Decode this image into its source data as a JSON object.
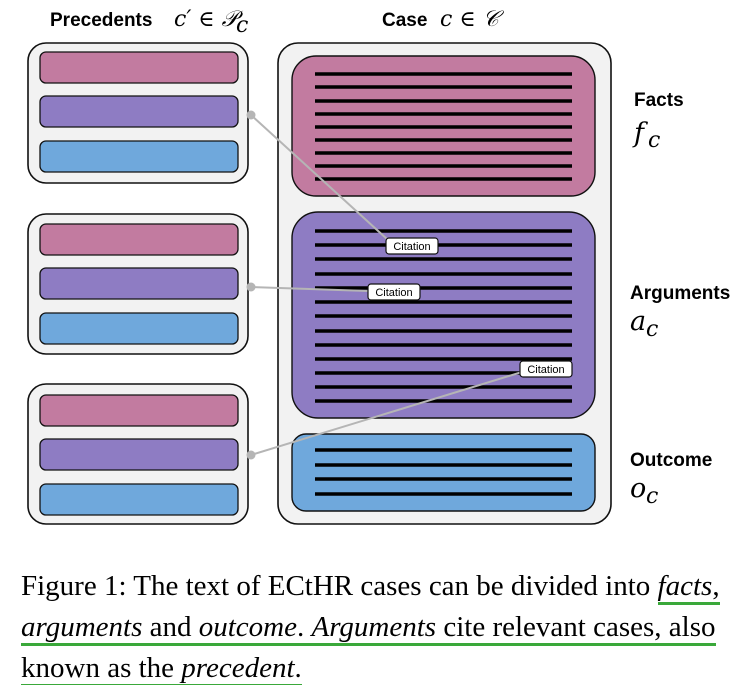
{
  "headers": {
    "precedents_label": "Precedents",
    "precedents_math": "c′ ∈ 𝒫",
    "precedents_sub": "c",
    "case_label": "Case",
    "case_math": "c ∈ 𝒞"
  },
  "sections": [
    {
      "label": "Facts",
      "symbol": "f",
      "sub": "c"
    },
    {
      "label": "Arguments",
      "symbol": "a",
      "sub": "c"
    },
    {
      "label": "Outcome",
      "symbol": "o",
      "sub": "c"
    }
  ],
  "citation_label": "Citation",
  "colors": {
    "facts": "#c27ba0",
    "arguments": "#8e7cc3",
    "outcome": "#6fa8dc",
    "highlight": "#3aa83a"
  },
  "caption": {
    "p1": "Figure 1: The text of ECtHR cases can be divided into ",
    "facts": "facts",
    "comma": ", ",
    "arguments": "arguments",
    "and": " and ",
    "outcome": "outcome",
    "dot": ". ",
    "arguments2": "Arguments",
    "p2": " cite relevant cases, also known as the ",
    "precedent": "precedent",
    "end": "."
  }
}
